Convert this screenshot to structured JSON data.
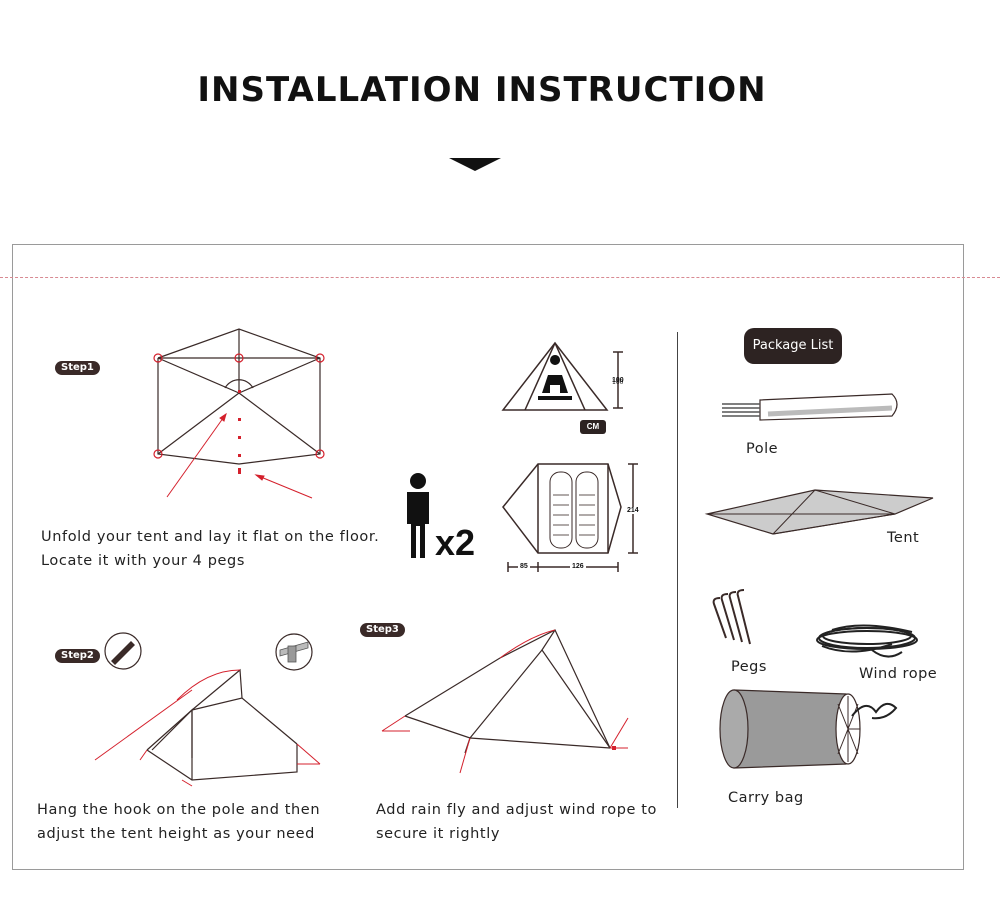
{
  "title": "INSTALLATION INSTRUCTION",
  "steps": [
    {
      "badge": "Step1",
      "lines": [
        "Unfold your tent and lay it flat on the floor.",
        "Locate it with your 4 pegs"
      ]
    },
    {
      "badge": "Step2",
      "lines": [
        "Hang the hook on the pole and then",
        "adjust the tent height as your need"
      ]
    },
    {
      "badge": "Step3",
      "lines": [
        "Add rain fly and adjust wind rope to",
        "secure it rightly"
      ]
    }
  ],
  "dimensions": {
    "height": "100",
    "length": "214",
    "width_a": "85",
    "width_b": "126",
    "unit": "CM"
  },
  "capacity": "x2",
  "package": {
    "label": "Package List",
    "items": [
      "Pole",
      "Tent",
      "Pegs",
      "Wind rope",
      "Carry bag"
    ]
  },
  "colors": {
    "accent": "#d4202c",
    "dark": "#2d2322",
    "line": "#3a2a28"
  }
}
